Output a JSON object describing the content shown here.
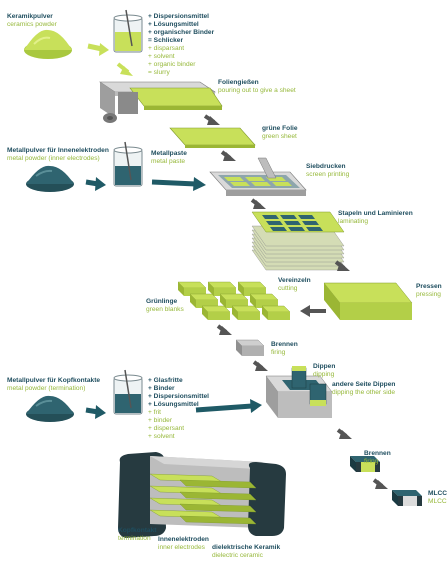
{
  "colors": {
    "de_text": "#1f4e5f",
    "en_text": "#96b83a",
    "green_material": "#c8e05a",
    "arrow": "#555555",
    "arrow_accent": "#1f5a66",
    "metal": "#2f6470",
    "block": "#b7b7b7",
    "dark_block": "#263a40"
  },
  "step_ceramics_powder": {
    "de": "Keramikpulver",
    "en": "ceramics powder"
  },
  "slurry_ingredients": {
    "de": [
      "+ Dispersionsmittel",
      "+ Lösungsmittel",
      "+ organischer Binder",
      "= Schlicker"
    ],
    "en": [
      "+ disparsant",
      "+ solvent",
      "+ organic binder",
      "= slurry"
    ]
  },
  "step_casting": {
    "de": "Foliengießen",
    "en": "pouring out to give a sheet"
  },
  "step_green_sheet": {
    "de": "grüne Folie",
    "en": "green sheet"
  },
  "step_metal_powder_inner": {
    "de": "Metallpulver für Innenelektroden",
    "en": "metal powder (inner electrodes)"
  },
  "step_metal_paste": {
    "de": "Metallpaste",
    "en": "metal paste"
  },
  "step_screen_printing": {
    "de": "Siebdrucken",
    "en": "screen printing"
  },
  "step_stacking": {
    "de": "Stapeln und Laminieren",
    "en": "laminating"
  },
  "step_cutting": {
    "de": "Vereinzeln",
    "en": "cutting"
  },
  "step_pressing": {
    "de": "Pressen",
    "en": "pressing"
  },
  "step_green_blanks": {
    "de": "Grünlinge",
    "en": "green blanks"
  },
  "step_firing_1": {
    "de": "Brennen",
    "en": "firing"
  },
  "step_dipping": {
    "de": "Dippen",
    "en": "dipping"
  },
  "step_other_side": {
    "de": "andere Seite Dippen",
    "en": "dipping the other side"
  },
  "step_metal_powder_term": {
    "de": "Metallpulver für Kopfkontakte",
    "en": "metal powder (termination)"
  },
  "termination_ingredients": {
    "de": [
      "+ Glasfritte",
      "+ Binder",
      "+ Dispersionsmittel",
      "+ Lösungsmittel"
    ],
    "en": [
      "+ frit",
      "+ binder",
      "+ dispersant",
      "+ solvent"
    ]
  },
  "step_firing_2": {
    "de": "Brennen",
    "en": "firing"
  },
  "step_mlcc": {
    "de": "MLCC",
    "en": "MLCC"
  },
  "label_termination": {
    "de": "Kopfkontakt",
    "en": "termination"
  },
  "label_inner_electrodes": {
    "de": "Innenelektroden",
    "en": "inner electrodes"
  },
  "label_dielectric": {
    "de": "dielektrische Keramik",
    "en": "dielectric ceramic"
  }
}
